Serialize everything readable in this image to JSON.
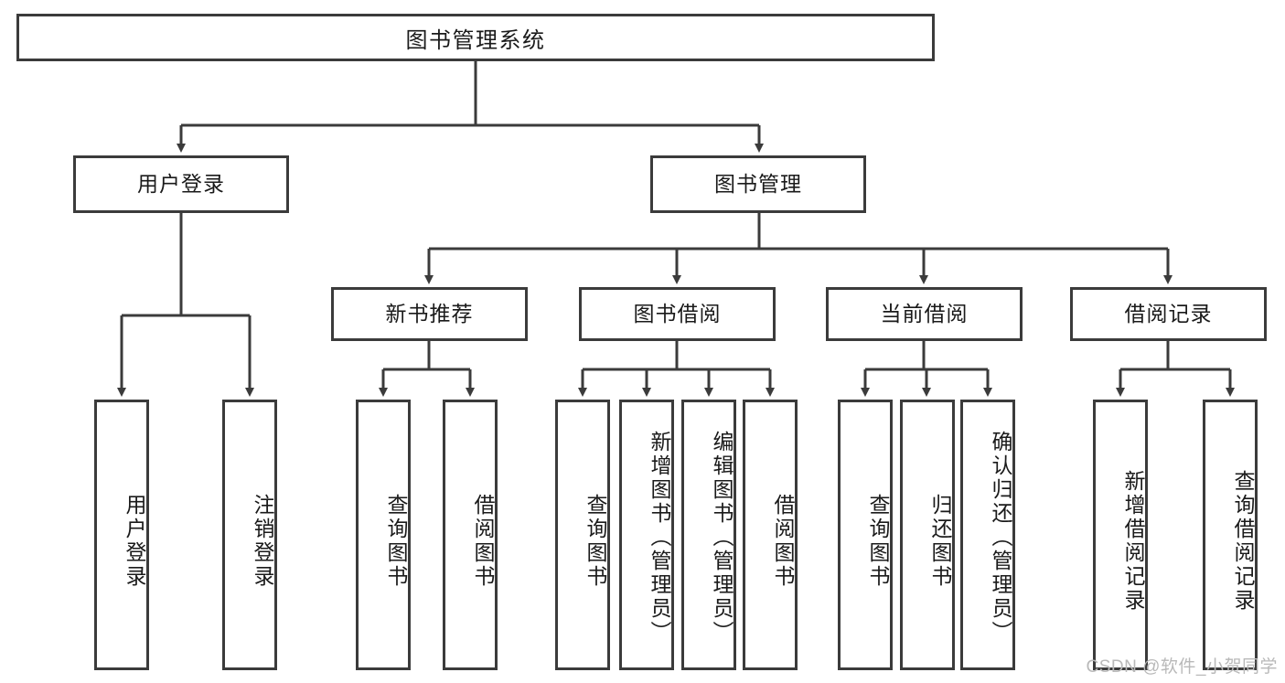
{
  "diagram": {
    "title": "图书管理系统",
    "watermark": "CSDN @软件_小贺同学",
    "colors": {
      "stroke": "#3b3b3b",
      "fill": "#ffffff",
      "text": "#1a1a1a",
      "watermark": "#b9b9b9"
    },
    "levels": {
      "root": {
        "label": "图书管理系统"
      },
      "level2": [
        {
          "label": "用户登录"
        },
        {
          "label": "图书管理"
        }
      ],
      "level3": [
        {
          "label": "新书推荐"
        },
        {
          "label": "图书借阅"
        },
        {
          "label": "当前借阅"
        },
        {
          "label": "借阅记录"
        }
      ],
      "leaves": {
        "user_login": [
          {
            "label": "用户登录"
          },
          {
            "label": "注销登录"
          }
        ],
        "new_book_recommend": [
          {
            "label": "查询图书"
          },
          {
            "label": "借阅图书"
          }
        ],
        "book_borrow": [
          {
            "label": "查询图书"
          },
          {
            "label": "新增图书（管理员）"
          },
          {
            "label": "编辑图书（管理员）"
          },
          {
            "label": "借阅图书"
          }
        ],
        "current_borrow": [
          {
            "label": "查询图书"
          },
          {
            "label": "归还图书"
          },
          {
            "label": "确认归还（管理员）"
          }
        ],
        "borrow_record": [
          {
            "label": "新增借阅记录"
          },
          {
            "label": "查询借阅记录"
          }
        ]
      }
    }
  }
}
